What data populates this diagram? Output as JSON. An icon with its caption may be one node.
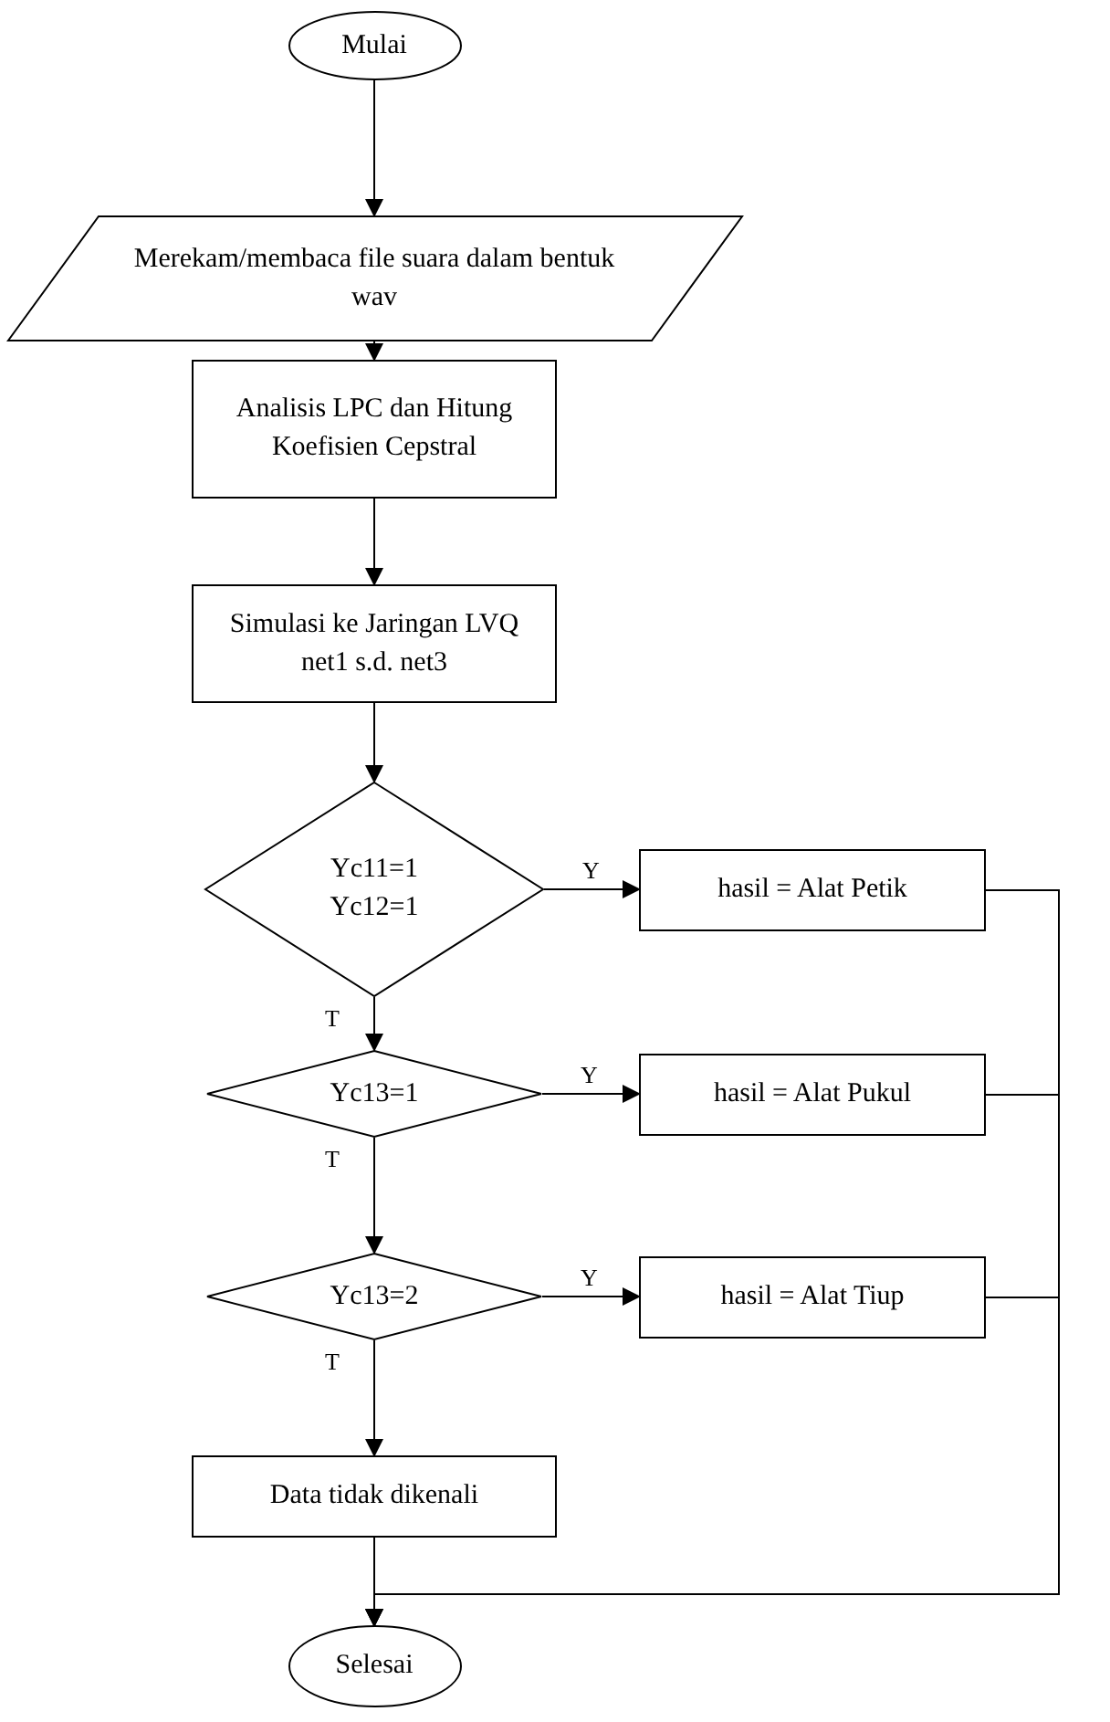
{
  "diagram": {
    "nodes": [
      {
        "text": [
          "Mulai"
        ]
      },
      {
        "text": [
          "Merekam/membaca file suara dalam bentuk wav"
        ]
      },
      {
        "text": [
          "Analisis LPC dan Hitung Koefisien Cepstral"
        ]
      },
      {
        "text": [
          "Simulasi ke Jaringan  LVQ net1 s.d. net3"
        ]
      },
      {
        "text": [
          "Yc11=1 Yc12=1"
        ]
      },
      {
        "text": [
          "hasil = Alat Petik"
        ]
      },
      {
        "text": [
          "Yc13=1"
        ]
      },
      {
        "text": [
          "hasil = Alat Pukul"
        ]
      },
      {
        "text": [
          "Yc13=2"
        ]
      },
      {
        "text": [
          "hasil = Alat Tiup"
        ]
      },
      {
        "text": [
          "Data tidak dikenali"
        ]
      },
      {
        "text": [
          "Selesai"
        ]
      }
    ],
    "edges": [
      {
        "from": 0,
        "to": 1,
        "arrow": "to"
      },
      {
        "from": 1,
        "to": 2,
        "arrow": "to"
      },
      {
        "from": 2,
        "to": 3,
        "arrow": "to"
      },
      {
        "from": 3,
        "to": 4,
        "arrow": "to"
      },
      {
        "from": 4,
        "to": 5,
        "arrow": "to",
        "label": "Y"
      },
      {
        "from": 4,
        "to": 6,
        "arrow": "to",
        "label": "T"
      },
      {
        "from": 6,
        "to": 7,
        "arrow": "to",
        "label": "Y"
      },
      {
        "from": 6,
        "to": 8,
        "arrow": "to",
        "label": "T"
      },
      {
        "from": 8,
        "to": 9,
        "arrow": "to",
        "label": "Y"
      },
      {
        "from": 8,
        "to": 10,
        "arrow": "to",
        "label": "T"
      },
      {
        "from": 10,
        "to": 11,
        "arrow": "to"
      },
      {
        "from": 5,
        "to": 11,
        "arrow": "to"
      },
      {
        "from": 7,
        "to": 11,
        "arrow": "to"
      },
      {
        "from": 9,
        "to": 11,
        "arrow": "to"
      }
    ]
  }
}
